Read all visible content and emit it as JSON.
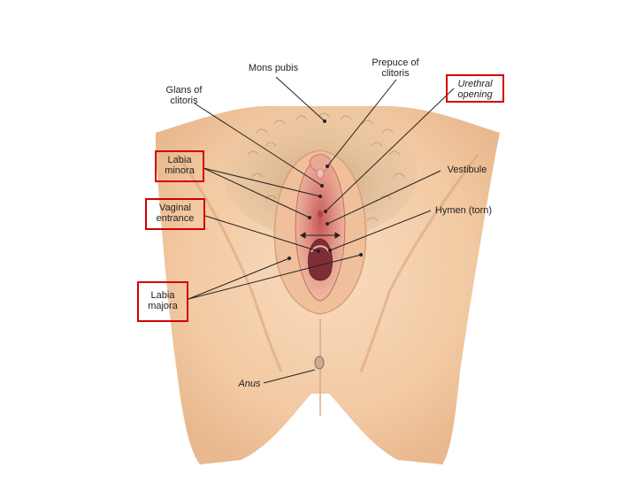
{
  "labels": {
    "mons_pubis": "Mons pubis",
    "prepuce_of_clitoris": [
      "Prepuce of",
      "clitoris"
    ],
    "glans_of_clitoris": [
      "Glans of",
      "clitoris"
    ],
    "urethral_opening": [
      "Urethral",
      "opening"
    ],
    "labia_minora": [
      "Labia",
      "minora"
    ],
    "vestibule": "Vestibule",
    "vaginal_entrance": [
      "Vaginal",
      "entrance"
    ],
    "hymen": "Hymen (torn)",
    "labia_majora": [
      "Labia",
      "majora"
    ],
    "anus": "Anus"
  },
  "colors": {
    "highlight_box": "#d40000",
    "leader_line": "#222222",
    "label_text": "#222222",
    "skin": "#f4cfa8",
    "tissue": "#e39a8c",
    "hair": "#b58a5a"
  }
}
